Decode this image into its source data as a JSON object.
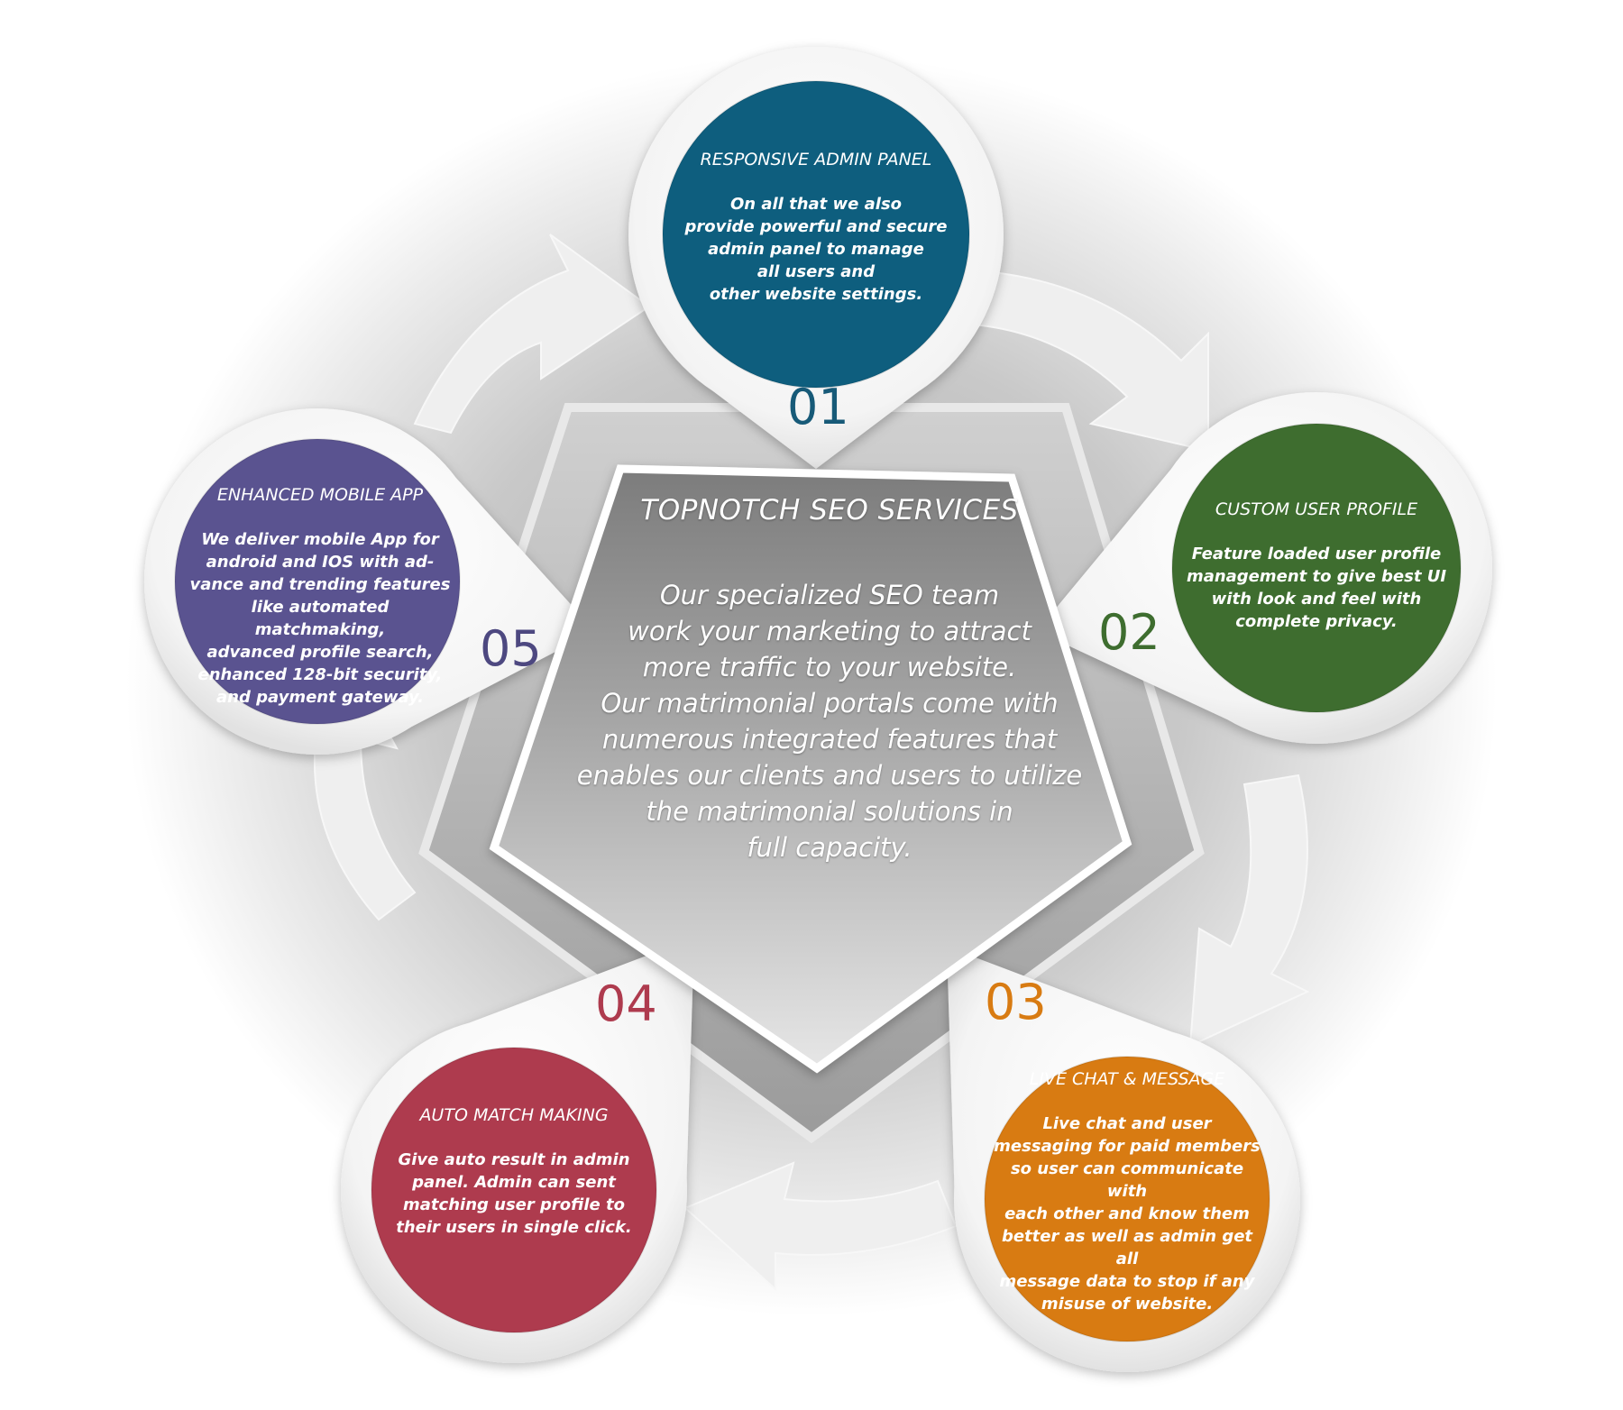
{
  "center": {
    "title": "TOPNOTCH SEO SERVICES",
    "body": "Our specialized SEO team\nwork your marketing to attract\nmore traffic to your website.\nOur matrimonial portals come with\nnumerous integrated features that\nenables our clients and users to utilize\nthe matrimonial solutions in\nfull capacity."
  },
  "features": [
    {
      "number": "01",
      "title": "RESPONSIVE ADMIN PANEL",
      "body": "On all that we also\nprovide powerful and secure\nadmin panel to manage\nall users and\nother  website settings.",
      "color": "#0e5e7e"
    },
    {
      "number": "02",
      "title": "CUSTOM USER PROFILE",
      "body": "Feature loaded user profile\nmanagement to give best UI\nwith look and feel with\ncomplete privacy.",
      "color": "#3e6d2f"
    },
    {
      "number": "03",
      "title": "LIVE CHAT & MESSAGE",
      "body": "Live chat and user\nmessaging  for  paid  members\nso user can communicate with\neach  other  and  know  them\nbetter  as well as admin get all\nmessage data to stop if any\nmisuse of website.",
      "color": "#d87b12"
    },
    {
      "number": "04",
      "title": "AUTO MATCH MAKING",
      "body": "Give auto result in admin\npanel. Admin can sent\nmatching user profile to\ntheir users in single click.",
      "color": "#ae3b4e"
    },
    {
      "number": "05",
      "title": "ENHANCED MOBILE APP",
      "body": "We deliver mobile App for\nandroid and IOS  with ad-\nvance and trending features\nlike automated matchmaking,\nadvanced profile search,\nenhanced 128-bit security,\nand payment gateway.",
      "color": "#5a5390"
    }
  ],
  "number_colors": [
    "#175a78",
    "#3e6d2f",
    "#d87b12",
    "#ae3b4e",
    "#4d4880"
  ]
}
